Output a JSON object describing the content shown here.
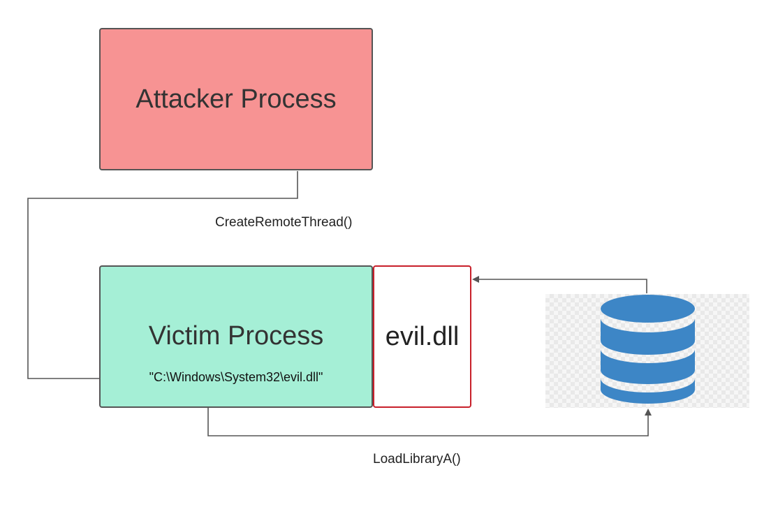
{
  "nodes": {
    "attacker": {
      "label": "Attacker Process"
    },
    "victim": {
      "label": "Victim Process",
      "path": "\"C:\\Windows\\System32\\evil.dll\""
    },
    "dll": {
      "label": "evil.dll"
    },
    "database": {
      "icon": "database-icon"
    }
  },
  "edges": {
    "create_remote_thread": {
      "label": "CreateRemoteThread()"
    },
    "load_library": {
      "label": "LoadLibraryA()"
    }
  },
  "colors": {
    "attacker_fill": "#f79393",
    "victim_fill": "#a5efd6",
    "dll_border": "#c8202a",
    "database_fill": "#3d86c6",
    "connector": "#555555"
  }
}
